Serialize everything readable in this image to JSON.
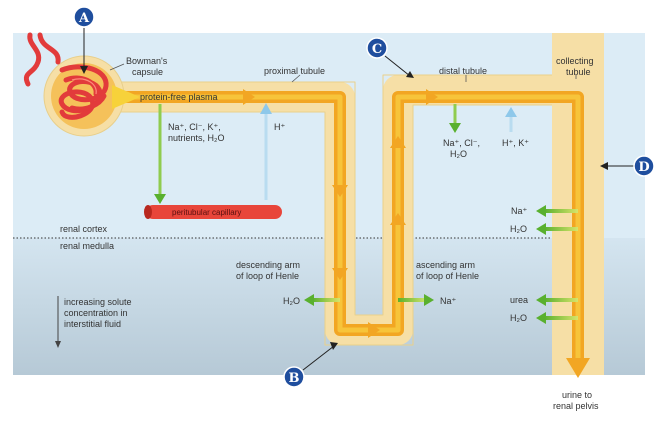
{
  "markers": {
    "A": "A",
    "B": "B",
    "C": "C",
    "D": "D"
  },
  "labels": {
    "bowmans_line1": "Bowman's",
    "bowmans_line2": "capsule",
    "proximal_tubule": "proximal tubule",
    "distal_tubule": "distal tubule",
    "collecting_line1": "collecting",
    "collecting_line2": "tubule",
    "protein_free_plasma": "protein-free plasma",
    "reabsorbed_line1": "Na⁺, Cl⁻, K⁺,",
    "reabsorbed_line2": "nutrients, H₂O",
    "h_plus": "H⁺",
    "distal_out_line1": "Na⁺, Cl⁻,",
    "distal_out_line2": "H₂O",
    "distal_in": "H⁺, K⁺",
    "peritubular_capillary": "peritubular capillary",
    "renal_cortex": "renal cortex",
    "renal_medulla": "renal medulla",
    "gradient_line1": "increasing solute",
    "gradient_line2": "concentration in",
    "gradient_line3": "interstitial fluid",
    "descending_line1": "descending arm",
    "descending_line2": "of loop of Henle",
    "ascending_line1": "ascending arm",
    "ascending_line2": "of loop of Henle",
    "desc_h2o": "H₂O",
    "asc_na": "Na⁺",
    "collect_na": "Na⁺",
    "collect_h2o_1": "H₂O",
    "collect_urea": "urea",
    "collect_h2o_2": "H₂O",
    "urine_line1": "urine to",
    "urine_line2": "renal pelvis"
  },
  "colors": {
    "cortex_bg": "#dcecf6",
    "medulla_bg": "#c4d6e2",
    "tubule_wall": "#f6dfa6",
    "flow_arrow": "#f2a623",
    "flow_arrow_light": "#f7c43a",
    "reabsorb_green": "#59b02e",
    "secrete_blue": "#8ec8ea",
    "capillary_red": "#e8453a",
    "glomerulus_red": "#e23b3b",
    "marker_blue": "#1f4e9e"
  },
  "icons": {
    "marker": "circle-letter-marker",
    "flow": "arrow-icon"
  }
}
